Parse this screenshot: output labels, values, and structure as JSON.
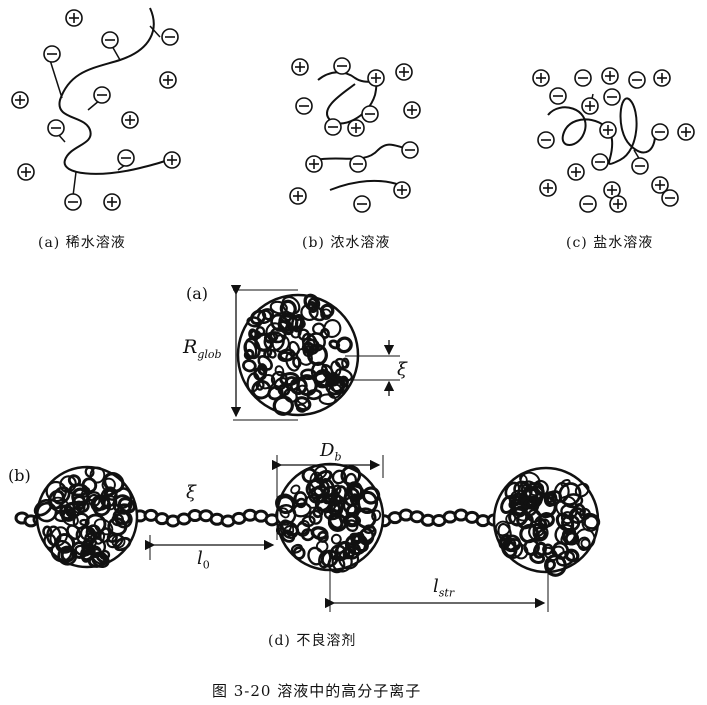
{
  "panels_top": [
    {
      "caption": "(a) 稀水溶液"
    },
    {
      "caption": "(b) 浓水溶液"
    },
    {
      "caption": "(c) 盐水溶液"
    }
  ],
  "panel_a_label": "(a)",
  "panel_b_label": "(b)",
  "labels": {
    "r_glob": "R",
    "r_glob_sub": "glob",
    "xi": "ξ",
    "d_b": "D",
    "d_b_sub": "b",
    "l0": "l",
    "l0_sub": "0",
    "l_str": "l",
    "l_str_sub": "str"
  },
  "sub_caption": "(d) 不良溶剂",
  "figure_caption": "图 3-20   溶液中的高分子离子",
  "symbols": {
    "plus": "+",
    "minus": "−"
  }
}
